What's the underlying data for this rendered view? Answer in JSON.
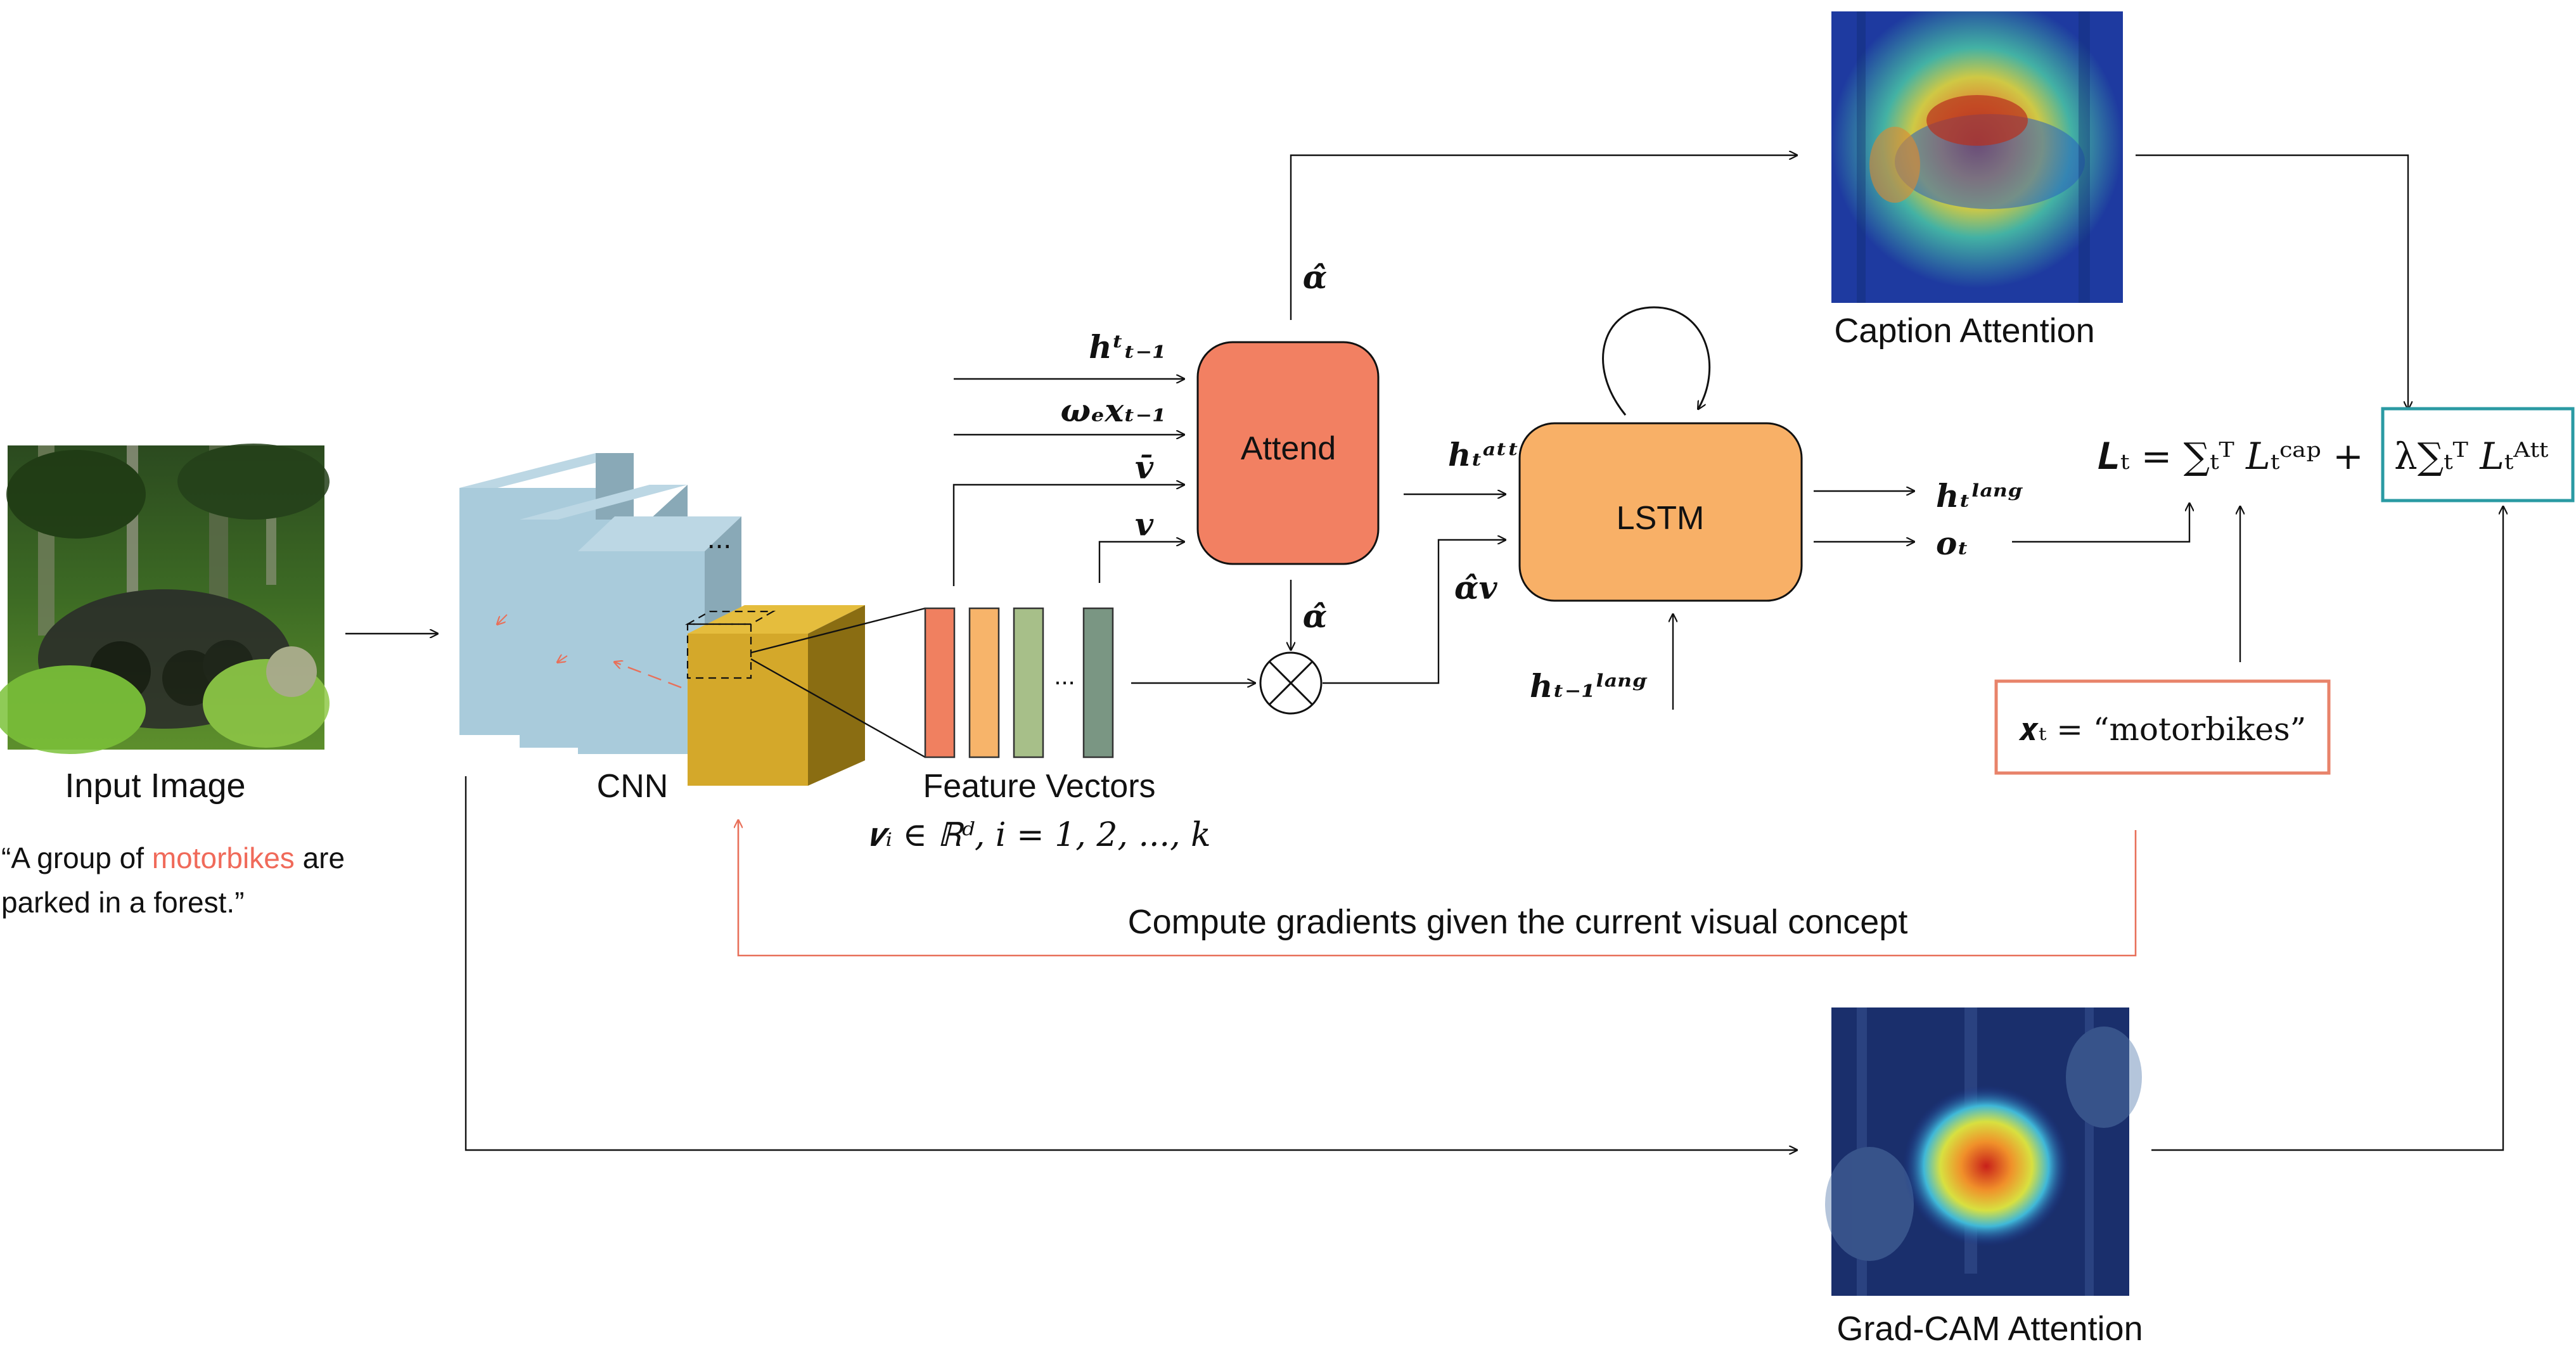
{
  "input": {
    "label": "Input Image",
    "caption_prefix": "“A group of ",
    "caption_highlight": "motorbikes",
    "caption_after": " are",
    "caption_line2": "parked in a forest.”"
  },
  "cnn": {
    "label": "CNN",
    "dots": "..."
  },
  "features": {
    "label": "Feature Vectors",
    "formula": "𝒗ᵢ ∈ ℝᵈ, i = 1, 2, ..., k",
    "dots": "..."
  },
  "attend": {
    "label": "Attend",
    "inputs": [
      "𝒉ᵗₜ₋₁",
      "𝝎ₑ𝒙ₜ₋₁",
      "𝒗̄",
      "𝒗"
    ],
    "output_up": "𝜶̂",
    "output_down": "𝜶̂"
  },
  "lstm": {
    "label": "LSTM",
    "input_top": "𝒉ₜᵃᵗᵗ",
    "input_bottom": "𝜶̂𝒗",
    "input_lang": "𝒉ₜ₋₁ˡᵃⁿᵍ",
    "output_h": "𝒉ₜˡᵃⁿᵍ",
    "output_o": "𝒐ₜ"
  },
  "caption_attention": {
    "label": "Caption Attention"
  },
  "gradcam_attention": {
    "label": "Grad-CAM Attention"
  },
  "loss": {
    "formula_left": "𝑳ₜ = ∑ₜᵀ 𝐿ₜᶜᵃᵖ +",
    "formula_right": "λ∑ₜᵀ 𝐿ₜᴬᵗᵗ"
  },
  "concept": {
    "formula": "𝒙ₜ = “motorbikes”"
  },
  "gradient_text": "Compute gradients given the current visual concept",
  "colors": {
    "cnn_face": "#a9cbdb",
    "cnn_side": "#89a9b7",
    "cnn_top": "#bcd7e4",
    "feature_cube_front": "#d4a82a",
    "feature_cube_side": "#8a6d12",
    "feature_cube_top": "#e5bd3d",
    "vec1": "#f08060",
    "vec2": "#f7b46a",
    "vec3": "#a7bf89",
    "vec4": "#7a9683",
    "attend_fill": "#f28062",
    "lstm_fill": "#f8b067",
    "gradient_arrow": "#e8705a",
    "concept_border": "#e8836a",
    "att_loss_border": "#2a9aa3",
    "highlight_text": "#f06a5a"
  }
}
